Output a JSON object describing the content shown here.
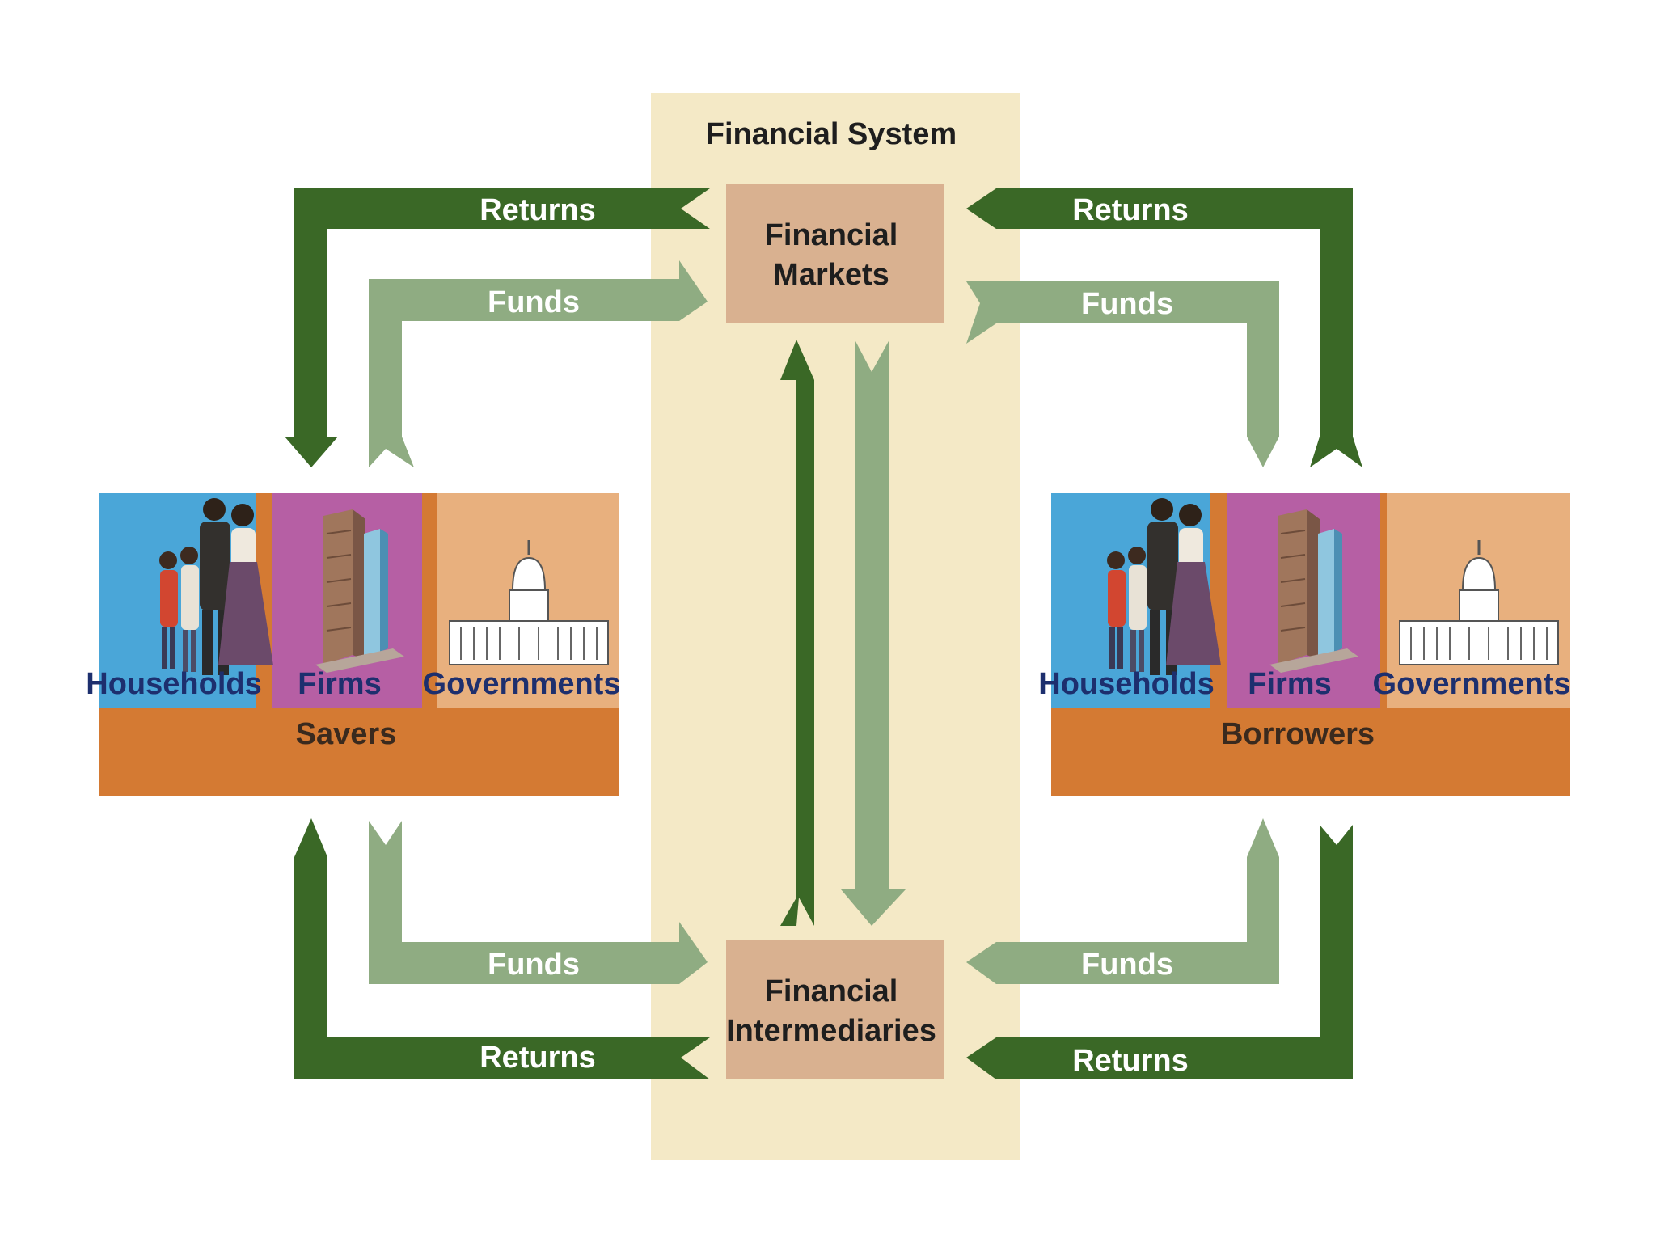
{
  "title": "Financial System",
  "colors": {
    "system_band": "#f4e9c6",
    "box_fill": "#d9b190",
    "returns_arrow": "#3a6826",
    "funds_arrow": "#8fac82",
    "group_band": "#d47a33",
    "households_bg": "#4aa6d8",
    "firms_bg": "#b65fa4",
    "governments_bg": "#e8b07e"
  },
  "boxes": {
    "markets_line1": "Financial",
    "markets_line2": "Markets",
    "intermediaries_line1": "Financial",
    "intermediaries_line2": "Intermediaries"
  },
  "arrows": {
    "returns": "Returns",
    "funds": "Funds"
  },
  "savers": {
    "label": "Savers",
    "segments": [
      "Households",
      "Firms",
      "Governments"
    ]
  },
  "borrowers": {
    "label": "Borrowers",
    "segments": [
      "Households",
      "Firms",
      "Governments"
    ]
  },
  "icons": [
    "family-icon",
    "office-tower-icon",
    "capitol-building-icon"
  ]
}
